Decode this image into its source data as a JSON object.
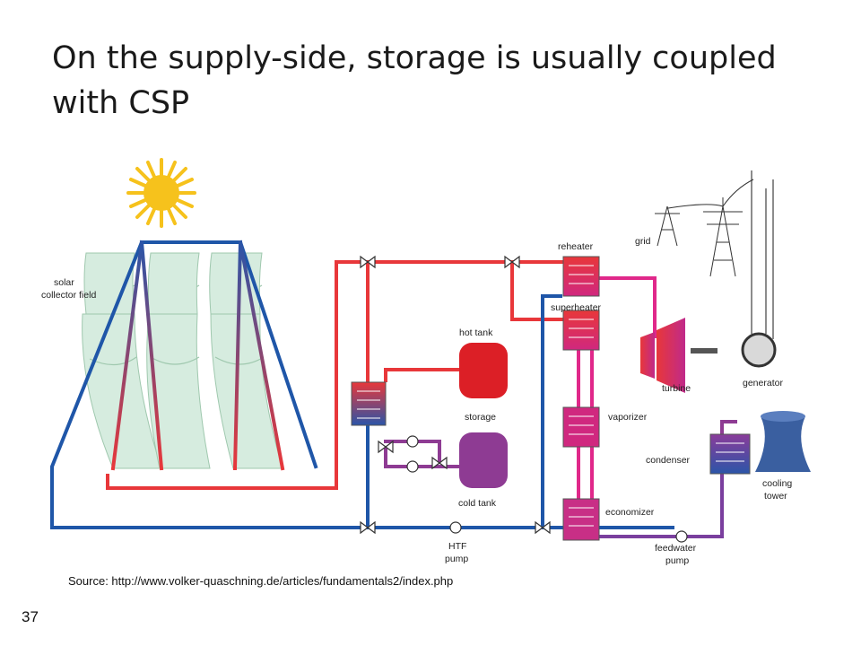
{
  "slide": {
    "title": "On the supply-side, storage is usually coupled with CSP",
    "source": "Source: http://www.volker-quaschning.de/articles/fundamentals2/index.php",
    "slide_number": "37"
  },
  "diagram": {
    "labels": {
      "collector_line1": "solar",
      "collector_line2": "collector field",
      "hot_tank": "hot tank",
      "storage": "storage",
      "cold_tank": "cold tank",
      "reheater": "reheater",
      "superheater": "superheater",
      "vaporizer": "vaporizer",
      "economizer": "economizer",
      "condenser": "condenser",
      "turbine": "turbine",
      "generator": "generator",
      "grid": "grid",
      "cooling_line1": "cooling",
      "cooling_line2": "tower",
      "htf_line1": "HTF",
      "htf_line2": "pump",
      "feedwater_line1": "feedwater",
      "feedwater_line2": "pump"
    },
    "colors": {
      "hot_pipe": "#e8373a",
      "cold_pipe": "#1f56a8",
      "steam_pipe": "#e0288a",
      "water_pipe": "#7a3f9e",
      "sun": "#f6c21c",
      "collector": "#d6ecdf",
      "hot_tank": "#dc1f26",
      "cold_tank": "#8e3b93"
    }
  }
}
